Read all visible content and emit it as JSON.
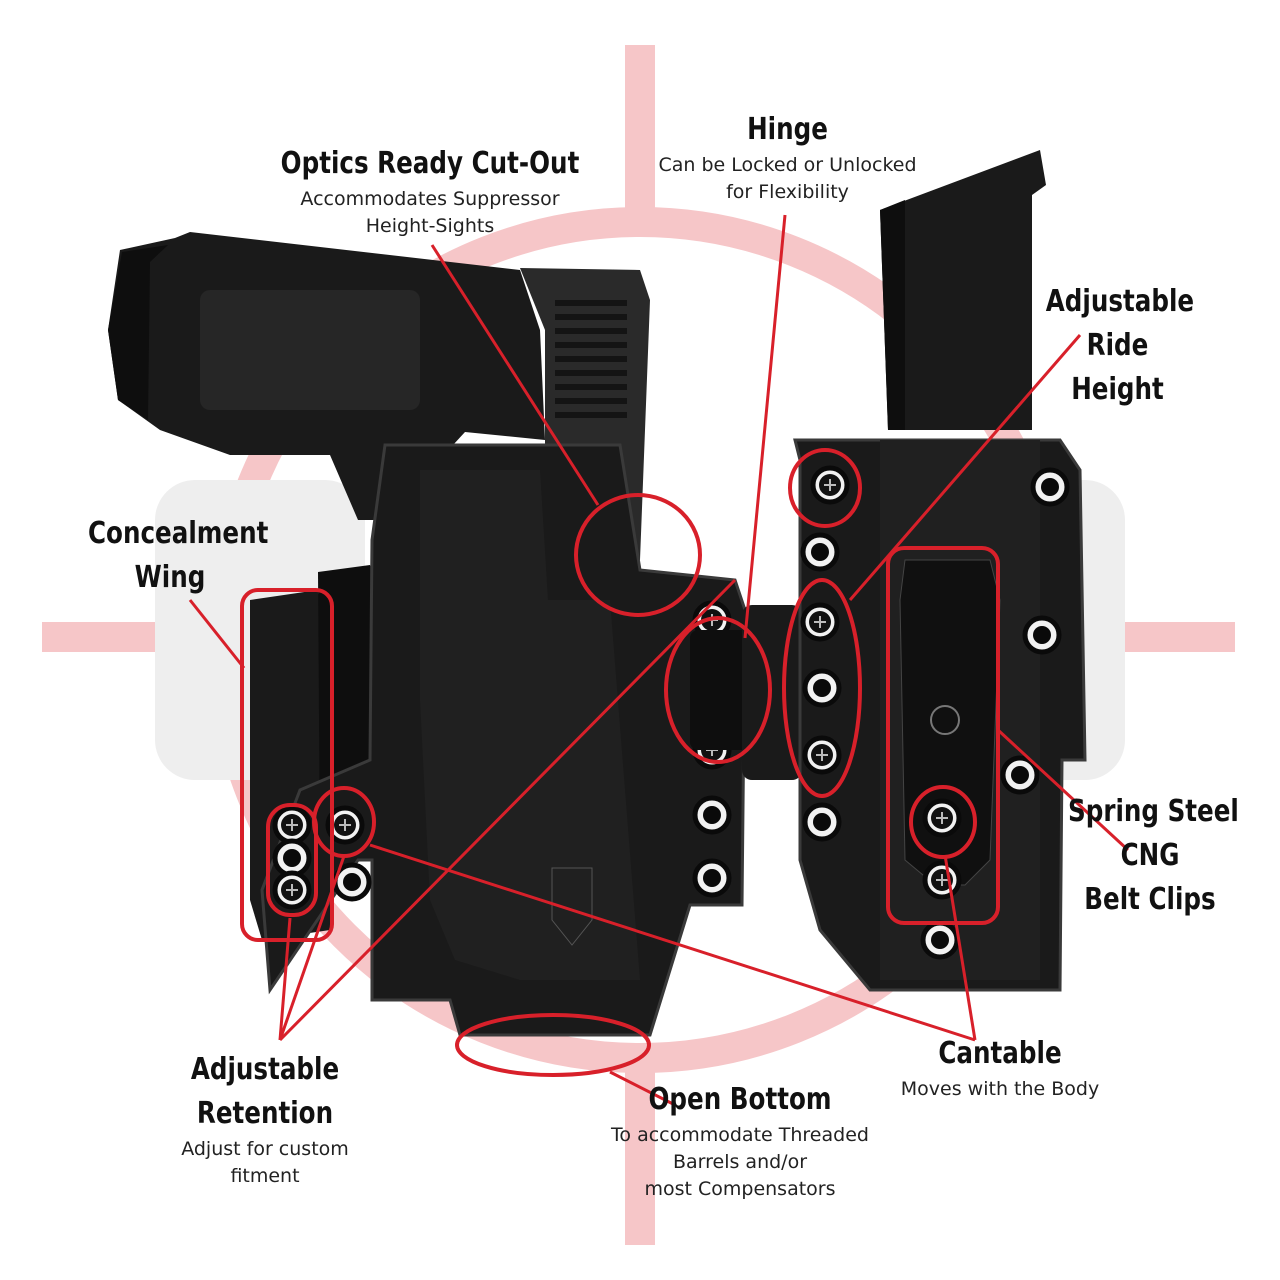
{
  "colors": {
    "callout": "#d8202a",
    "crosshair": "#f6c6c8",
    "ghost_text": "#eeeeee",
    "holster": "#1a1a1a",
    "holster_edge": "#3a3a3a",
    "slide": "#2a2a2a"
  },
  "callouts": {
    "optics": {
      "title": "Optics Ready Cut-Out",
      "sub1": "Accommodates Suppressor",
      "sub2": "Height-Sights"
    },
    "hinge": {
      "title": "Hinge",
      "sub1": "Can be Locked or Unlocked",
      "sub2": "for Flexibility"
    },
    "ride": {
      "line1": "Adjustable",
      "line2": "Ride",
      "line3": "Height"
    },
    "wing": {
      "line1": "Concealment",
      "line2": "Wing"
    },
    "clips": {
      "line1": "Spring Steel",
      "line2": "CNG",
      "line3": "Belt Clips"
    },
    "retention": {
      "line1": "Adjustable",
      "line2": "Retention",
      "sub1": "Adjust for custom",
      "sub2": "fitment"
    },
    "bottom": {
      "title": "Open Bottom",
      "sub1": "To accommodate Threaded",
      "sub2": "Barrels and/or",
      "sub3": "most Compensators"
    },
    "cantable": {
      "title": "Cantable",
      "sub1": "Moves with the Body"
    }
  }
}
